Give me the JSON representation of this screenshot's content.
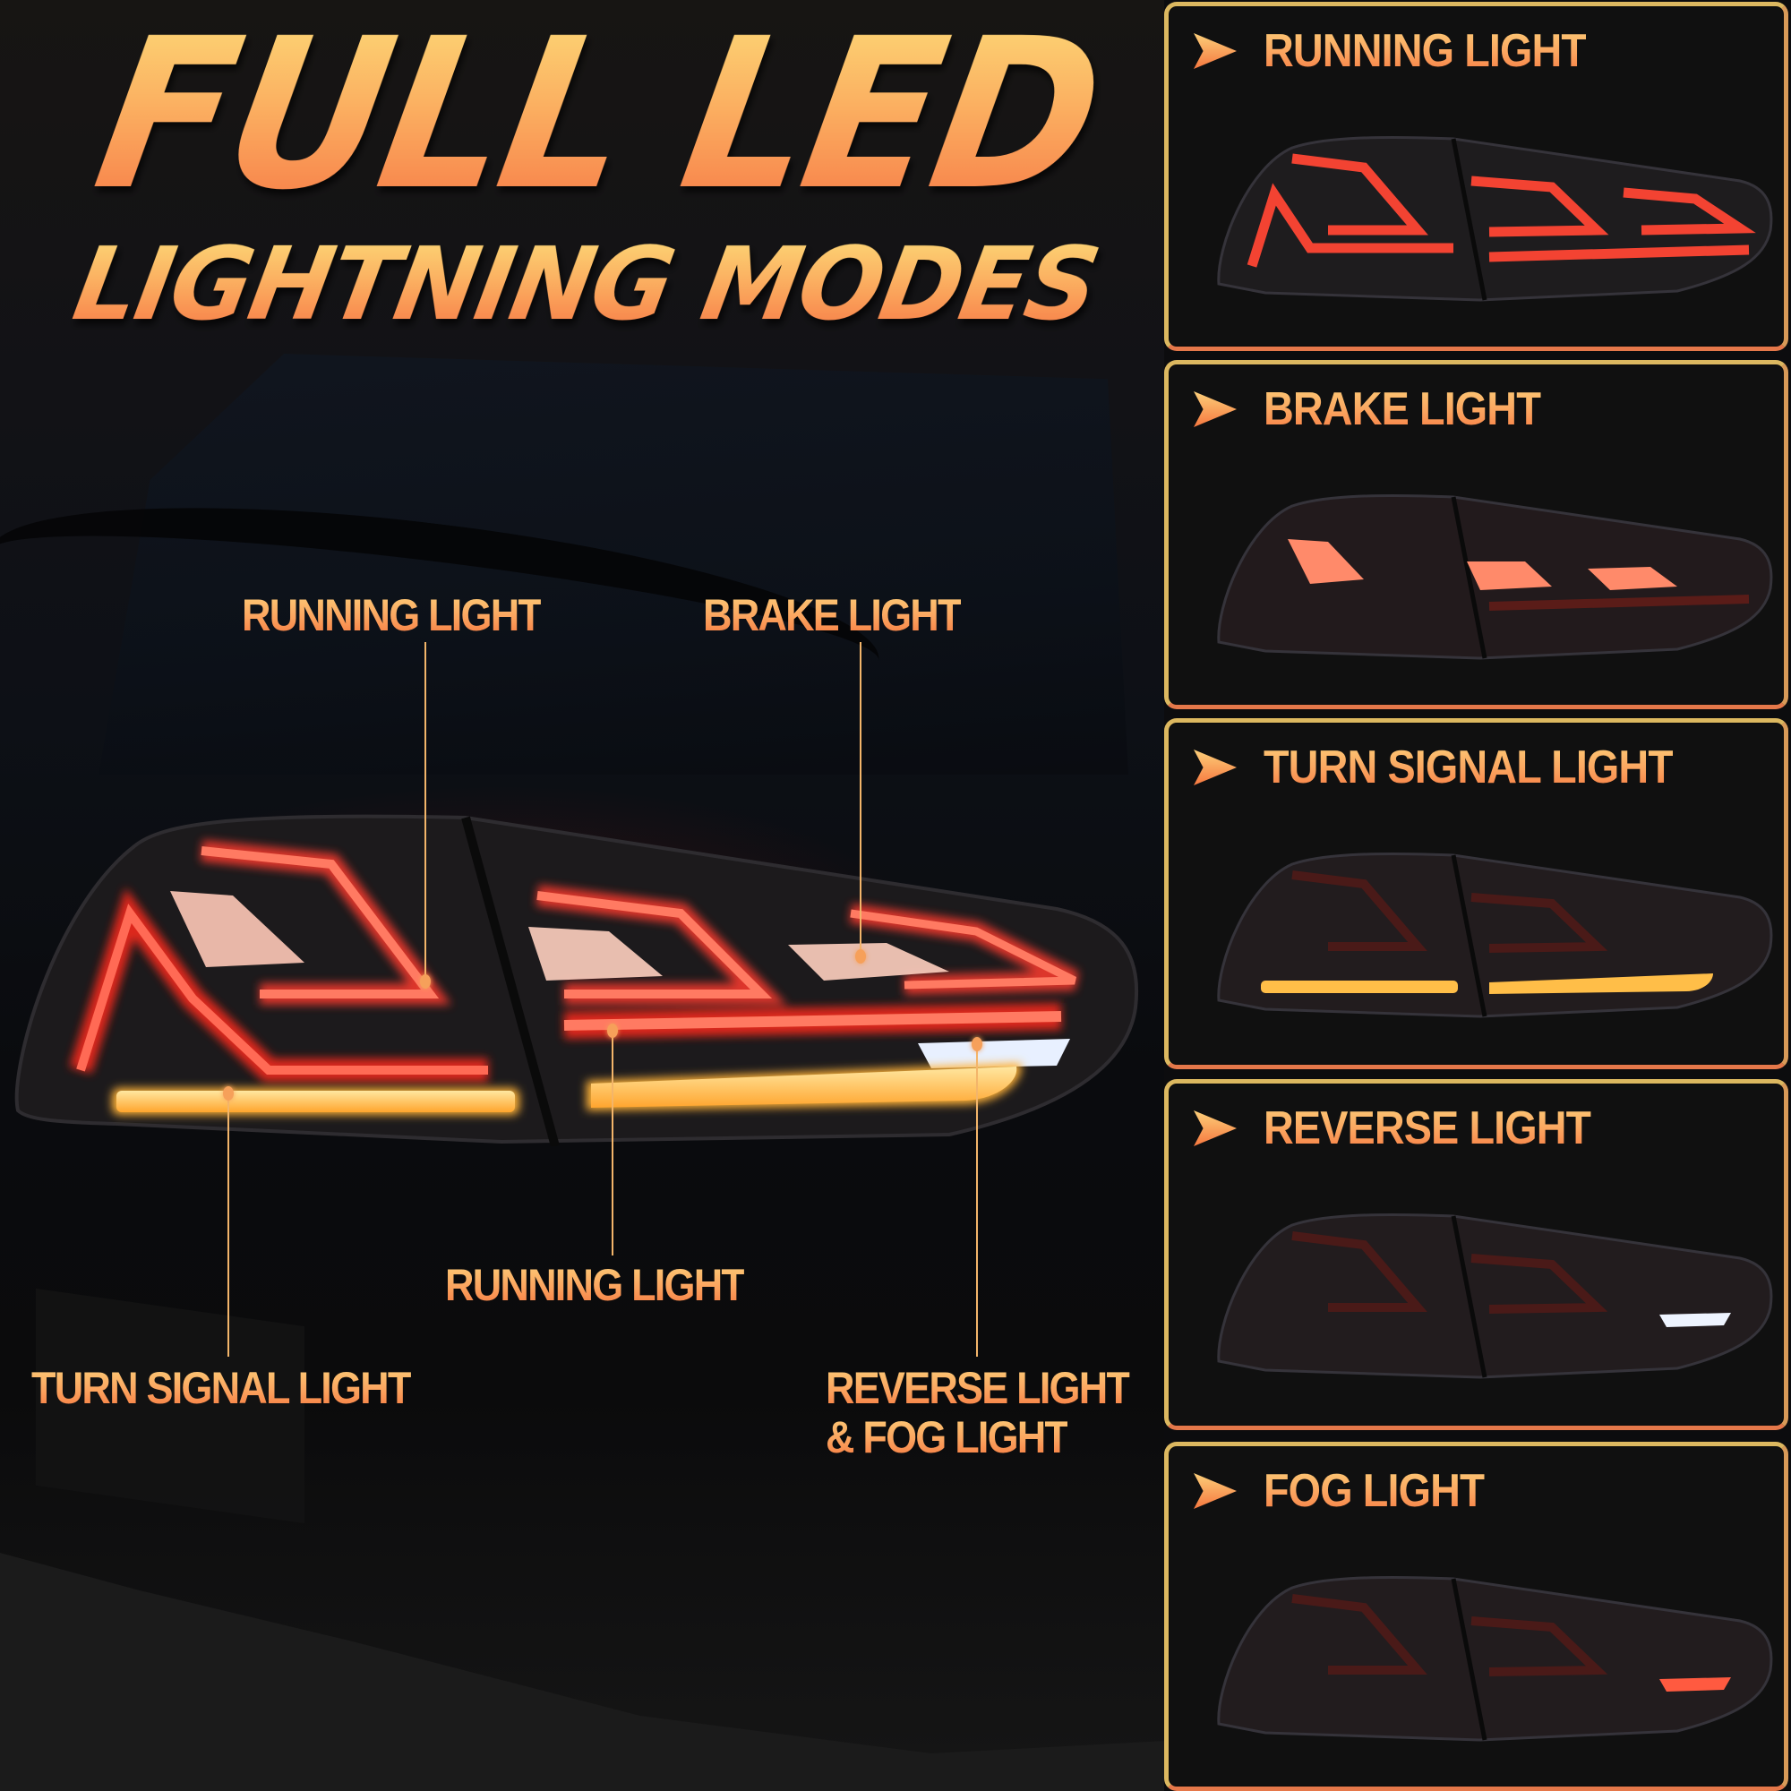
{
  "headline": {
    "line1": "FULL LED",
    "line2": "LIGHTNING MODES"
  },
  "callouts": [
    {
      "id": "running-top",
      "label": "RUNNING LIGHT"
    },
    {
      "id": "brake",
      "label": "BRAKE LIGHT"
    },
    {
      "id": "running-bottom",
      "label": "RUNNING LIGHT"
    },
    {
      "id": "turn-signal",
      "label": "TURN SIGNAL LIGHT"
    },
    {
      "id": "reverse-fog",
      "label_line1": "REVERSE LIGHT",
      "label_line2": "& FOG LIGHT"
    }
  ],
  "panels": [
    {
      "title": "RUNNING LIGHT",
      "icon": "arrow-right-icon",
      "mode": "running"
    },
    {
      "title": "BRAKE LIGHT",
      "icon": "arrow-right-icon",
      "mode": "brake"
    },
    {
      "title": "TURN SIGNAL LIGHT",
      "icon": "arrow-right-icon",
      "mode": "turn"
    },
    {
      "title": "REVERSE LIGHT",
      "icon": "arrow-right-icon",
      "mode": "reverse"
    },
    {
      "title": "FOG LIGHT",
      "icon": "arrow-right-icon",
      "mode": "fog"
    }
  ],
  "colors": {
    "title_gradient_top": "#fcd876",
    "title_gradient_bottom": "#f77b47",
    "panel_border_gold": "#dcb860",
    "panel_border_orange": "#e5784a",
    "panel_bg": "#101010",
    "running_red": "#ff3b2e",
    "turn_amber": "#ffc04a",
    "reverse_white": "#e8f0ff"
  }
}
